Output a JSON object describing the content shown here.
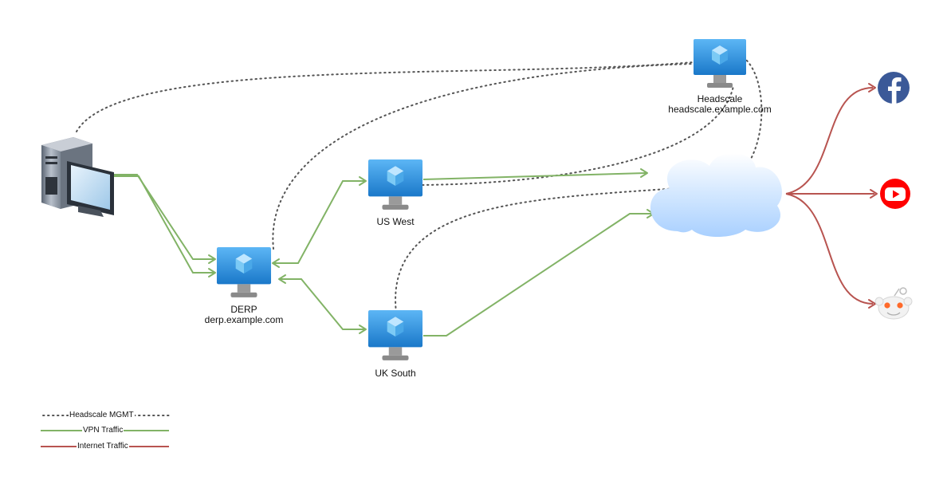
{
  "nodes": {
    "headscale": {
      "name": "Headscale",
      "host": "headscale.example.com"
    },
    "derp": {
      "name": "DERP",
      "host": "derp.example.com"
    },
    "us_west": {
      "name": "US West"
    },
    "uk_south": {
      "name": "UK South"
    },
    "client": {
      "icon": "desktop-computer-icon"
    },
    "internet": {
      "icon": "cloud-icon"
    }
  },
  "destinations": [
    {
      "icon": "facebook-icon",
      "color": "#3b5998"
    },
    {
      "icon": "youtube-icon",
      "color": "#ff0000"
    },
    {
      "icon": "reddit-icon",
      "color": "#ff4500"
    }
  ],
  "legend": {
    "mgmt": "Headscale MGMT",
    "vpn": "VPN Traffic",
    "internet": "Internet Traffic"
  },
  "colors": {
    "mgmt": "#555555",
    "vpn": "#82b366",
    "internet": "#b85450",
    "vm_screen": "#1f86d9",
    "vm_screen_top": "#5cb6f5",
    "cloud": "#cfe5ff"
  }
}
